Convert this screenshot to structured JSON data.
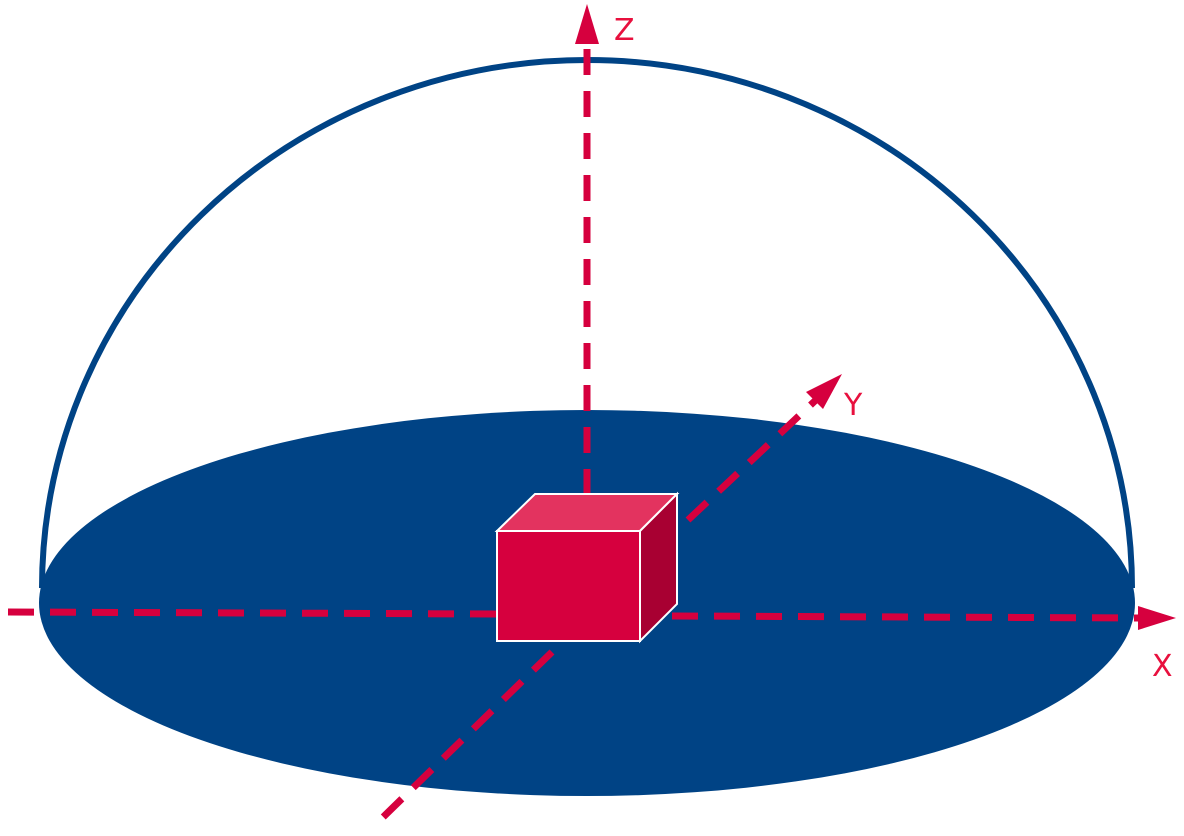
{
  "axes": {
    "x_label": "X",
    "y_label": "Y",
    "z_label": "Z"
  },
  "colors": {
    "hemisphere": "#004385",
    "base_disk": "#004385",
    "axis": "#d6003e",
    "axis_label": "#e8103e",
    "cube_front": "#d6003e",
    "cube_top": "#e3335f",
    "cube_side": "#a80032",
    "cube_edge": "#ffffff"
  },
  "icons": {
    "arrowhead": "filled-triangle-arrow",
    "object": "cube"
  }
}
